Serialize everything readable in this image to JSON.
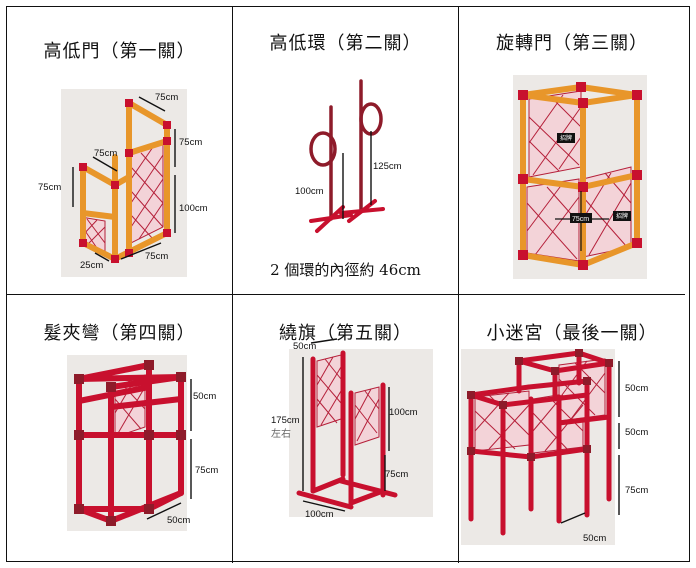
{
  "stages": [
    {
      "title": "高低門（第一關）",
      "dims": [
        "75cm",
        "75cm",
        "75cm",
        "75cm",
        "100cm",
        "75cm",
        "25cm"
      ]
    },
    {
      "title": "高低環（第二關）",
      "dims": [
        "125cm",
        "100cm"
      ],
      "note": "2 個環的內徑約 46cm"
    },
    {
      "title": "旋轉門（第三關）",
      "dims": [
        "75cm"
      ],
      "signs": [
        "招牌",
        "招牌"
      ]
    },
    {
      "title": "髮夾彎（第四關）",
      "dims": [
        "50cm",
        "75cm",
        "50cm"
      ]
    },
    {
      "title": "繞旗（第五關）",
      "dims": [
        "50cm",
        "175cm",
        "100cm",
        "75cm",
        "100cm"
      ],
      "approx": "左右"
    },
    {
      "title": "小迷宮（最後一關）",
      "dims": [
        "50cm",
        "50cm",
        "75cm",
        "50cm"
      ]
    }
  ],
  "colors": {
    "orange": "#E8962A",
    "red": "#C8102E",
    "dark_red": "#8E1B2A",
    "lattice": "#B5203A",
    "background": "#FFFFFF"
  }
}
